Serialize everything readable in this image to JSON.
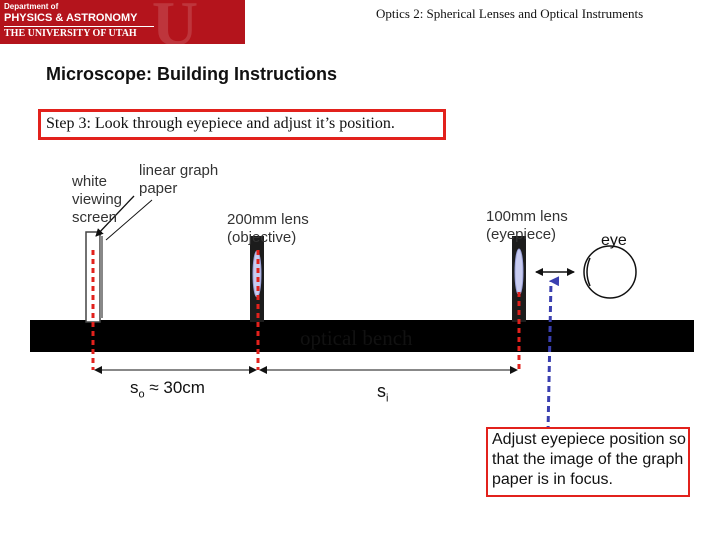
{
  "header": {
    "logo_line1": "Department of",
    "logo_line2": "PHYSICS & ASTRONOMY",
    "logo_line3": "THE UNIVERSITY OF UTAH",
    "slide_title": "Optics 2: Spherical Lenses and Optical Instruments"
  },
  "main_title": "Microscope: Building Instructions",
  "step_text": "Step 3: Look through eyepiece and adjust it’s position.",
  "labels": {
    "screen": [
      "white",
      "viewing",
      "screen"
    ],
    "paper": [
      "linear graph",
      "paper"
    ],
    "objective": [
      "200mm lens",
      "(objective)"
    ],
    "eyepiece": [
      "100mm lens",
      "(eyepiece)"
    ],
    "eye": "eye",
    "bench": "optical bench",
    "so": "s",
    "so_sub": "o",
    "so_rest": " ≈ 30cm",
    "si": "s",
    "si_sub": "i"
  },
  "callout": "Adjust eyepiece position so that the image of the graph paper is in focus.",
  "colors": {
    "banner": "#b4141c",
    "accent_red": "#e2211c",
    "bench": "#000000",
    "guide_blue": "#3a3fb0",
    "lens_fill": "#c8ccf0"
  }
}
